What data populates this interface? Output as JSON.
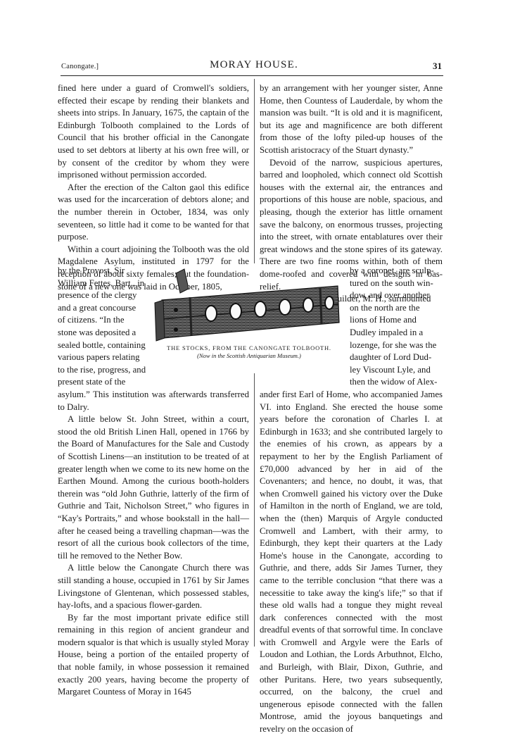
{
  "header": {
    "section": "Canongate.]",
    "title": "MORAY HOUSE.",
    "page_number": "31"
  },
  "left_top": [
    "fined here under a guard of Cromwell's soldiers, effected their escape by rending their blankets and sheets into strips. In January, 1675, the captain of the Edinburgh Tolbooth complained to the Lords of Council that his brother official in the Canongate used to set debtors at liberty at his own free will, or by consent of the creditor by whom they were imprisoned without permission accorded.",
    "After the erection of the Calton gaol this edifice was used for the incarceration of debtors alone; and the number therein in October, 1834, was only seventeen, so little had it come to be wanted for that purpose.",
    "Within a court adjoining the Tolbooth was the old Magdalene Asylum, instituted in 1797 for the reception of about sixty females; but the foundation-stone of a new one was laid in October, 1805,"
  ],
  "left_wrap": [
    "by the Provost, Sir",
    "William Fettes, Bart., in",
    "presence of the clergy",
    "and a great concourse",
    "of citizens. “In the",
    "stone was deposited a",
    "sealed bottle, containing",
    "various papers relating",
    "to the rise, progress, and",
    "present state of the"
  ],
  "left_bottom": [
    "asylum.” This institution was afterwards transferred to Dalry.",
    "A little below St. John Street, within a court, stood the old British Linen Hall, opened in 1766 by the Board of Manufactures for the Sale and Custody of Scottish Linens—an institution to be treated of at greater length when we come to its new home on the Earthen Mound. Among the curious booth-holders therein was “old John Guthrie, latterly of the firm of Guthrie and Tait, Nicholson Street,” who figures in “Kay's Portraits,” and whose bookstall in the hall—after he ceased being a travelling chapman—was the resort of all the curious book collectors of the time, till he removed to the Nether Bow.",
    "A little below the Canongate Church there was still standing a house, occupied in 1761 by Sir James Livingstone of Glentenan, which possessed stables, hay-lofts, and a spacious flower-garden.",
    "By far the most important private edifice still remaining in this region of ancient grandeur and modern squalor is that which is usually styled Moray House, being a portion of the entailed property of that noble family, in whose possession it remained exactly 200 years, having become the property of Margaret Countess of Moray in 1645"
  ],
  "right_top": [
    "by an arrangement with her younger sister, Anne Home, then Countess of Lauderdale, by whom the mansion was built. “It is old and it is magnificent, but its age and magnificence are both different from those of the lofty piled-up houses of the Scottish aristocracy of the Stuart dynasty.”",
    "Devoid of the narrow, suspicious apertures, barred and loopholed, which connect old Scottish houses with the external air, the entrances and proportions of this house are noble, spacious, and pleasing, though the exterior has little ornament save the balcony, on enormous trusses, projecting into the street, with ornate entablatures over their great windows and the stone spires of its gateway. There are two fine rooms within, both of them dome-roofed and covered with designs in bas-relief.",
    "The initials of its builder, M. H., surmounted"
  ],
  "right_wrap": [
    "by a coronet, are sculp-",
    "tured on the south win-",
    "dow, and over another",
    "on the north are the",
    "lions of Home and",
    "Dudley impaled in a",
    "lozenge, for she was the",
    "daughter of Lord Dud-",
    "ley Viscount Lyle, and",
    "then the widow of Alex-"
  ],
  "right_bottom": [
    "ander first Earl of Home, who accompanied James VI. into England. She erected the house some years before the coronation of Charles I. at Edinburgh in 1633; and she contributed largely to the enemies of his crown, as appears by a repayment to her by the English Parliament of £70,000 advanced by her in aid of the Covenanters; and hence, no doubt, it was, that when Cromwell gained his victory over the Duke of Hamilton in the north of England, we are told, when the (then) Marquis of Argyle conducted Cromwell and Lambert, with their army, to Edinburgh, they kept their quarters at the Lady Home's house in the Canongate, according to Guthrie, and there, adds Sir James Turner, they came to the terrible conclusion “that there was a necessitie to take away the king's life;” so that if these old walls had a tongue they might reveal dark conferences connected with the most dreadful events of that sorrowful time. In conclave with Cromwell and Argyle were the Earls of Loudon and Lothian, the Lords Arbuthnot, Elcho, and Burleigh, with Blair, Dixon, Guthrie, and other Puritans. Here, two years subsequently, occurred, on the balcony, the cruel and ungenerous episode connected with the fallen Montrose, amid the joyous banquetings and revelry on the occasion of"
  ],
  "figure": {
    "caption": "THE STOCKS, FROM THE CANONGATE TOLBOOTH.",
    "subcaption": "(Now in the Scottish Antiquarian Museum.)"
  }
}
